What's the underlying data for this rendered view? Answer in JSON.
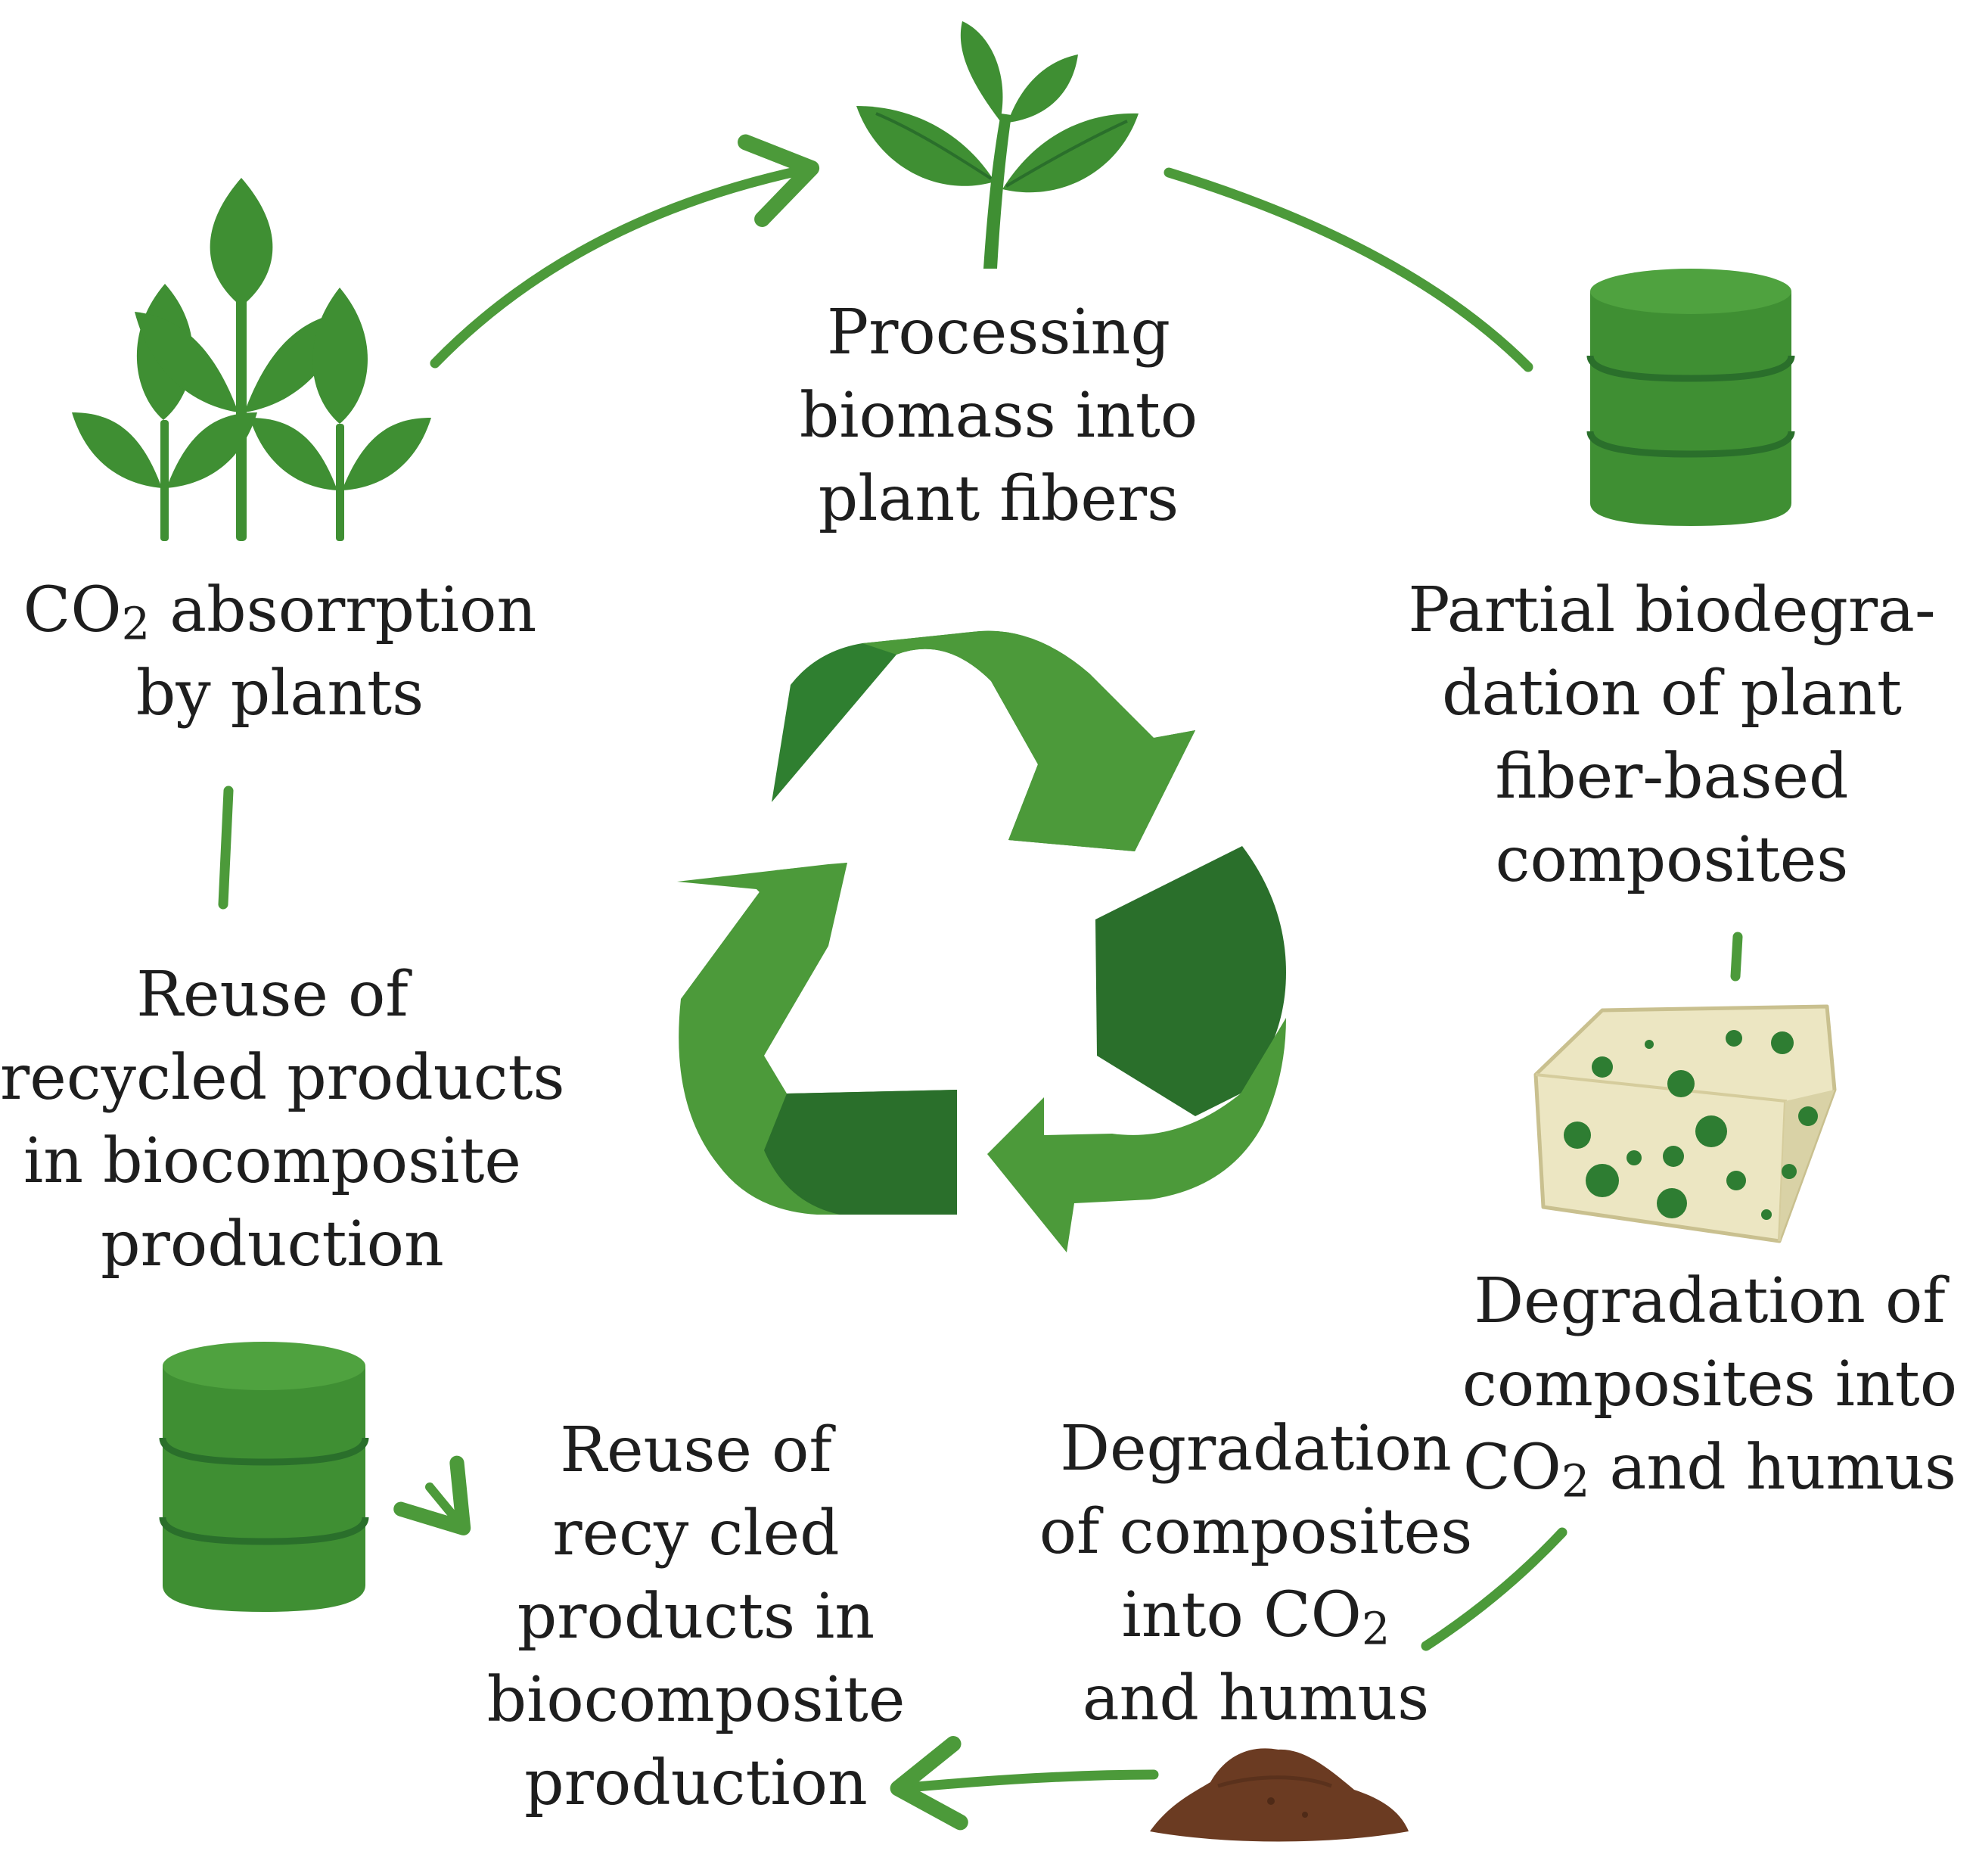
{
  "colors": {
    "green_light": "#4e9f3d",
    "green_mid": "#3f8f33",
    "green_dark": "#2a6f2b",
    "arrow": "#4c9a3a",
    "block_fill": "#ece6c2",
    "block_side": "#d9d2a6",
    "soil": "#6b3b22"
  },
  "icons": {
    "seedlings": "three-seedlings-icon",
    "sprout": "sprout-icon",
    "barrel_top": "barrel-icon",
    "barrel_bottom": "barrel-icon",
    "composite_block": "moldy-composite-block-icon",
    "humus": "soil-pile-icon",
    "center": "recycle-symbol-icon"
  },
  "labels": {
    "co2_absorption": {
      "pre": "CO",
      "sub": "2",
      "post": " absorrption",
      "line2": "by plants"
    },
    "processing": [
      "Processing",
      "biomass into",
      "plant fibers"
    ],
    "partial_biodegradation": [
      "Partial biodegra-",
      "dation of plant",
      "fiber-based",
      "composites"
    ],
    "reuse_left": [
      "Reuse of",
      "recycled products",
      "in biocomposite",
      "production"
    ],
    "degradation_right": {
      "line1": "Degradation of",
      "line2": "composites into",
      "line3_sub": "2",
      "line3_pre": "CO",
      "line3_post": " and humus"
    },
    "degradation_bottom": {
      "line1": "Degradation",
      "line2": "of composites",
      "line3_pre": "into CO",
      "line3_sub": "2",
      "line4": "and humus"
    },
    "reuse_bottom": [
      "Reuse of",
      "recy cled",
      "products in",
      "biocomposite",
      "production"
    ]
  }
}
